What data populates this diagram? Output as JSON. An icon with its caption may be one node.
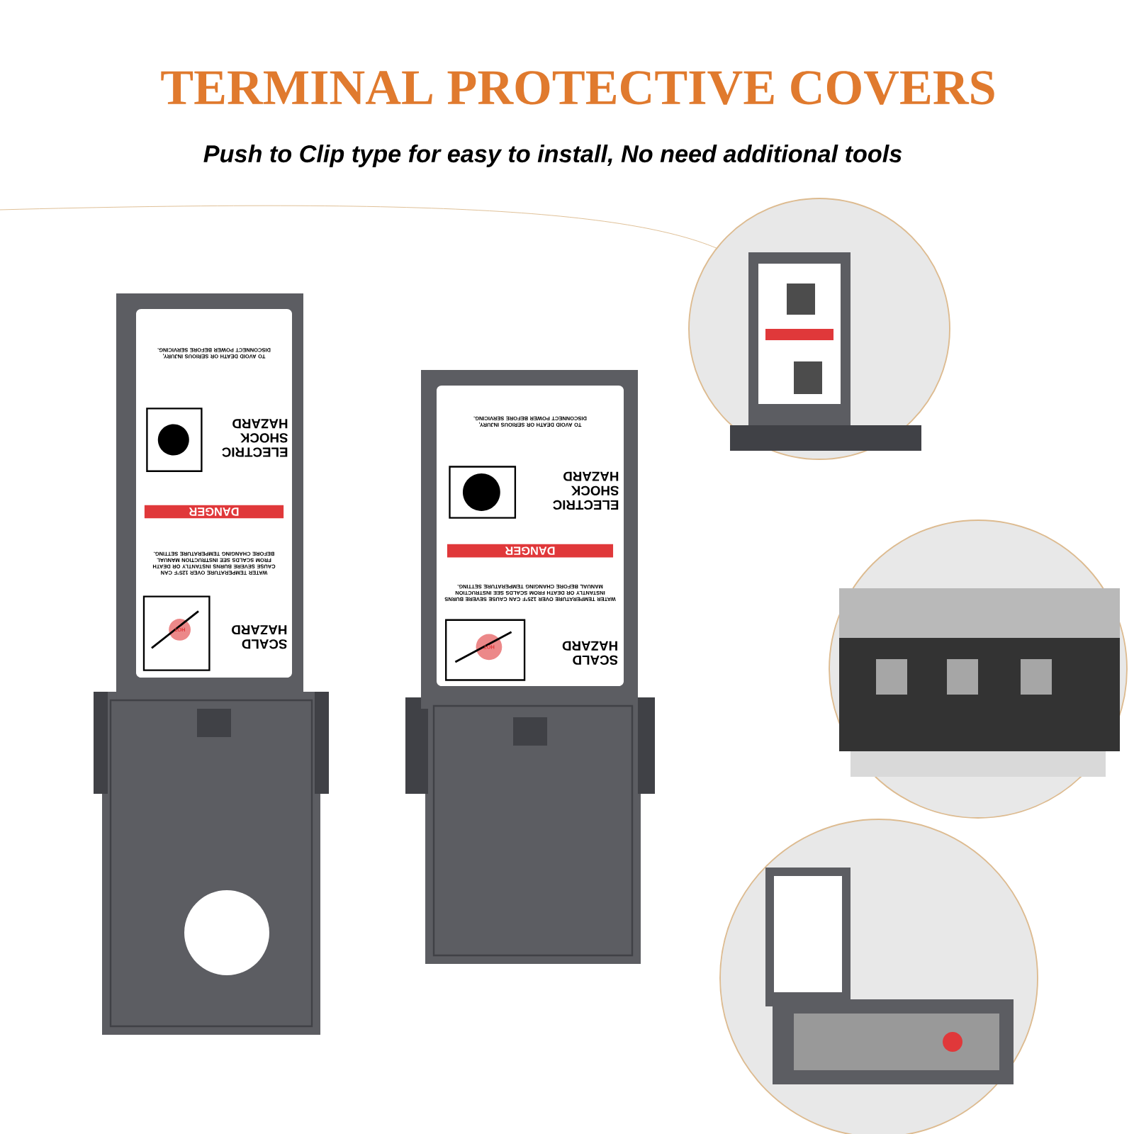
{
  "diagram": {
    "title": "TERMINAL PROTECTIVE COVERS",
    "labels": [
      "Push to Clip type for easy to install, No need additional tools",
      "SCALD HAZARD",
      "HOT",
      "WATER TEMPERATURE OVER 125°F CAN CAUSE SEVERE BURNS INSTANTLY OR DEATH FROM SCALDS SEE INSTRUCTION MANUAL BEFORE CHANGING TEMPERATURE SETTING.",
      "DANGER",
      "ELECTRIC SHOCK HAZARD",
      "TO AVOID DEATH OR SERIOUS INJURY, DISCONNECT POWER BEFORE SERVICING.",
      "SCALD HAZARD",
      "HOT",
      "WATER TEMPERATURE OVER 125°F CAN CAUSE SEVERE BURNS INSTANTLY OR DEATH FROM SCALDS SEE INSTRUCTION MANUAL BEFORE CHANGING TEMPERATURE SETTING.",
      "DANGER",
      "ELECTRIC SHOCK HAZARD",
      "TO AVOID DEATH OR SERIOUS INJURY, DISCONNECT POWER BEFORE SERVICING."
    ]
  }
}
